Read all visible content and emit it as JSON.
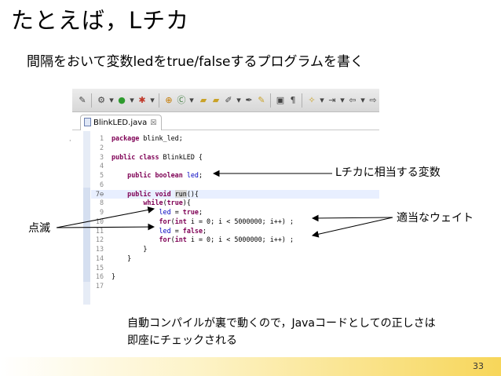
{
  "slide": {
    "title": "たとえば，Lチカ",
    "subtitle": "間隔をおいて変数ledをtrue/falseするプログラムを書く",
    "page_number": "33"
  },
  "editor": {
    "tab_label": "BlinkLED.java",
    "tab_close": "☒",
    "lines": [
      {
        "n": "1",
        "parts": [
          [
            "kw",
            "package"
          ],
          [
            "tx",
            " blink_led;"
          ]
        ]
      },
      {
        "n": "2",
        "parts": []
      },
      {
        "n": "3",
        "parts": [
          [
            "kw",
            "public class"
          ],
          [
            "tx",
            " BlinkLED {"
          ]
        ]
      },
      {
        "n": "4",
        "parts": []
      },
      {
        "n": "5",
        "parts": [
          [
            "tx",
            "    "
          ],
          [
            "kw",
            "public boolean"
          ],
          [
            "tx",
            " "
          ],
          [
            "fld",
            "led"
          ],
          [
            "tx",
            ";"
          ]
        ]
      },
      {
        "n": "6",
        "parts": []
      },
      {
        "n": "7⊖",
        "hl": true,
        "parts": [
          [
            "tx",
            "    "
          ],
          [
            "kw",
            "public void"
          ],
          [
            "tx",
            " "
          ],
          [
            "mth",
            "run"
          ],
          [
            "tx",
            "(){"
          ]
        ]
      },
      {
        "n": "8",
        "parts": [
          [
            "tx",
            "        "
          ],
          [
            "kw",
            "while"
          ],
          [
            "tx",
            "("
          ],
          [
            "kw",
            "true"
          ],
          [
            "tx",
            "){"
          ]
        ]
      },
      {
        "n": "9",
        "parts": [
          [
            "tx",
            "            "
          ],
          [
            "fld",
            "led"
          ],
          [
            "tx",
            " = "
          ],
          [
            "kw",
            "true"
          ],
          [
            "tx",
            ";"
          ]
        ]
      },
      {
        "n": "10",
        "parts": [
          [
            "tx",
            "            "
          ],
          [
            "kw",
            "for"
          ],
          [
            "tx",
            "("
          ],
          [
            "kw",
            "int"
          ],
          [
            "tx",
            " i = 0; i < 5000000; i++) ;"
          ]
        ]
      },
      {
        "n": "11",
        "parts": [
          [
            "tx",
            "            "
          ],
          [
            "fld",
            "led"
          ],
          [
            "tx",
            " = "
          ],
          [
            "kw",
            "false"
          ],
          [
            "tx",
            ";"
          ]
        ]
      },
      {
        "n": "12",
        "parts": [
          [
            "tx",
            "            "
          ],
          [
            "kw",
            "for"
          ],
          [
            "tx",
            "("
          ],
          [
            "kw",
            "int"
          ],
          [
            "tx",
            " i = 0; i < 5000000; i++) ;"
          ]
        ]
      },
      {
        "n": "13",
        "parts": [
          [
            "tx",
            "        }"
          ]
        ]
      },
      {
        "n": "14",
        "parts": [
          [
            "tx",
            "    }"
          ]
        ]
      },
      {
        "n": "15",
        "parts": []
      },
      {
        "n": "16",
        "parts": [
          [
            "tx",
            "}"
          ]
        ]
      },
      {
        "n": "17",
        "parts": []
      }
    ]
  },
  "annotations": {
    "variable": "Lチカに相当する変数",
    "wait": "適当なウェイト",
    "blink": "点滅"
  },
  "note": {
    "line1": "自動コンパイルが裏で動くので，Javaコードとしての正しさは",
    "line2": "即座にチェックされる"
  },
  "colors": {
    "keyword": "#7f0055",
    "field": "#0000c0",
    "highlight_line": "#e8efff",
    "footer_accent": "#f7d65a"
  }
}
